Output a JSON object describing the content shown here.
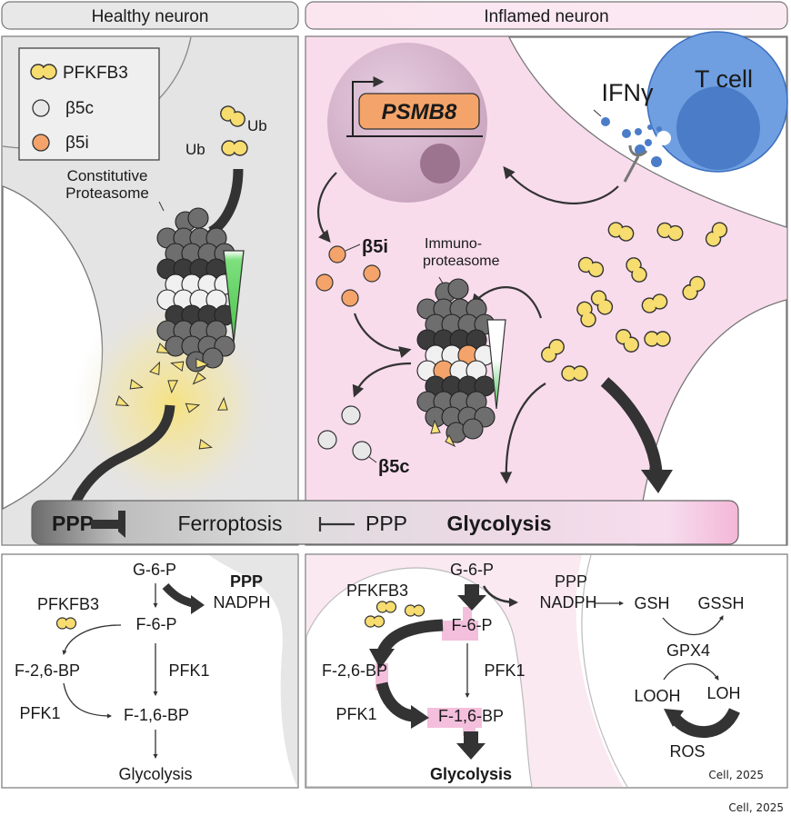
{
  "headers": {
    "healthy": "Healthy neuron",
    "inflamed": "Inflamed neuron"
  },
  "legend": {
    "items": [
      {
        "label": "PFKFB3",
        "shape": "yellow-dimer",
        "color": "#f7dc6f"
      },
      {
        "label": "β5c",
        "shape": "circle",
        "color": "#e6e6e6"
      },
      {
        "label": "β5i",
        "shape": "circle",
        "color": "#f4a46a"
      }
    ]
  },
  "healthy_panel": {
    "ub_left": "Ub",
    "ub_right": "Ub",
    "proteasome_label_1": "Constitutive",
    "proteasome_label_2": "Proteasome"
  },
  "inflamed_panel": {
    "gene": "PSMB8",
    "cytokine": "IFNγ",
    "tcell": "T cell",
    "b5i_label": "β5i",
    "immuno_label_1": "Immuno-",
    "immuno_label_2": "proteasome",
    "b5c_label": "β5c"
  },
  "summary_bar": {
    "ppp_left": "PPP",
    "ferroptosis": "Ferroptosis",
    "ppp_right": "PPP",
    "glycolysis": "Glycolysis"
  },
  "pathway_healthy": {
    "g6p": "G-6-P",
    "ppp": "PPP",
    "nadph": "NADPH",
    "pfkfb3": "PFKFB3",
    "f6p": "F-6-P",
    "f26bp": "F-2,6-BP",
    "pfk1_right": "PFK1",
    "pfk1_left": "PFK1",
    "f16bp": "F-1,6-BP",
    "glycolysis": "Glycolysis"
  },
  "pathway_inflamed": {
    "g6p": "G-6-P",
    "ppp": "PPP",
    "nadph": "NADPH",
    "gsh": "GSH",
    "gssh": "GSSH",
    "gpx4": "GPX4",
    "looh": "LOOH",
    "loh": "LOH",
    "ros": "ROS",
    "pfkfb3": "PFKFB3",
    "f6p": "F-6-P",
    "f26bp": "F-2,6-BP",
    "pfk1_right": "PFK1",
    "pfk1_left": "PFK1",
    "f16bp": "F-1,6-BP",
    "glycolysis": "Glycolysis",
    "citation": "Cell, 2025"
  },
  "footer": {
    "citation": "Cell, 2025"
  },
  "colors": {
    "healthy_bg": "#e6e6e6",
    "inflamed_bg": "#f8dcec",
    "pfkfb3": "#f7dc6f",
    "b5i": "#f4a46a",
    "tcell": "#6f9fe0",
    "nucleus": "#d8b6cc",
    "arrow": "#333333"
  }
}
